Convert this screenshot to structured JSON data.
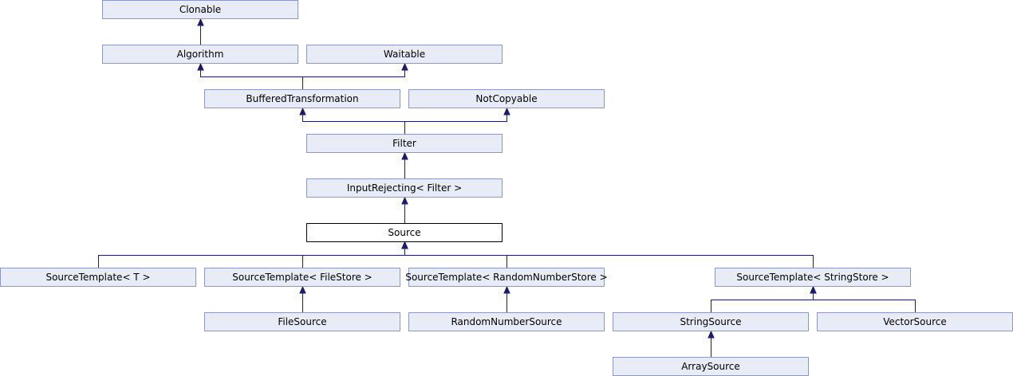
{
  "colors": {
    "node_fill": "#e8ecf6",
    "node_border": "#8b97c6",
    "current_node_fill": "#ffffff",
    "current_node_border": "#000000",
    "edge": "#1a1a6e"
  },
  "nodes": {
    "clonable": "Clonable",
    "algorithm": "Algorithm",
    "waitable": "Waitable",
    "buffered_transformation": "BufferedTransformation",
    "not_copyable": "NotCopyable",
    "filter": "Filter",
    "input_rejecting": "InputRejecting< Filter >",
    "source": "Source",
    "source_template_t": "SourceTemplate< T >",
    "source_template_filestore": "SourceTemplate< FileStore >",
    "source_template_randomnumberstore": "SourceTemplate< RandomNumberStore >",
    "source_template_stringstore": "SourceTemplate< StringStore >",
    "file_source": "FileSource",
    "random_number_source": "RandomNumberSource",
    "string_source": "StringSource",
    "vector_source": "VectorSource",
    "array_source": "ArraySource"
  },
  "current_node": "source",
  "edges": [
    {
      "from": "algorithm",
      "to": "clonable"
    },
    {
      "from": "buffered_transformation",
      "to": "algorithm"
    },
    {
      "from": "buffered_transformation",
      "to": "waitable"
    },
    {
      "from": "filter",
      "to": "buffered_transformation"
    },
    {
      "from": "filter",
      "to": "not_copyable"
    },
    {
      "from": "input_rejecting",
      "to": "filter"
    },
    {
      "from": "source",
      "to": "input_rejecting"
    },
    {
      "from": "source_template_t",
      "to": "source"
    },
    {
      "from": "source_template_filestore",
      "to": "source"
    },
    {
      "from": "source_template_randomnumberstore",
      "to": "source"
    },
    {
      "from": "source_template_stringstore",
      "to": "source"
    },
    {
      "from": "file_source",
      "to": "source_template_filestore"
    },
    {
      "from": "random_number_source",
      "to": "source_template_randomnumberstore"
    },
    {
      "from": "string_source",
      "to": "source_template_stringstore"
    },
    {
      "from": "vector_source",
      "to": "source_template_stringstore"
    },
    {
      "from": "array_source",
      "to": "string_source"
    }
  ]
}
